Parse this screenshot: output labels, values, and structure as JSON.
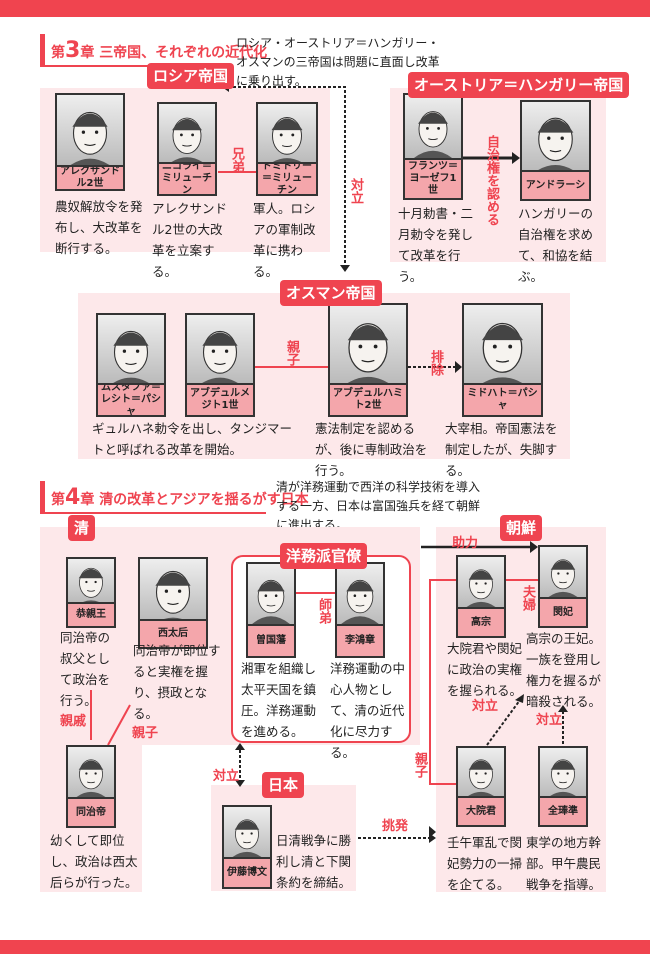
{
  "chapter3": {
    "prefix": "第",
    "num": "3",
    "suffix": "章",
    "title": "三帝国、それぞれの近代化",
    "description": "ロシア・オーストリア＝ハンガリー・オスマンの三帝国は問題に直面し改革に乗り出す。"
  },
  "chapter4": {
    "prefix": "第",
    "num": "4",
    "suffix": "章",
    "title": "清の改革とアジアを揺るがす日本",
    "description": "清が洋務運動で西洋の科学技術を導入する一方、日本は富国強兵を経て朝鮮に進出する。"
  },
  "groups": {
    "russia": "ロシア帝国",
    "austria": "オーストリア＝ハンガリー帝国",
    "ottoman": "オスマン帝国",
    "qing": "清",
    "yomu": "洋務派官僚",
    "japan": "日本",
    "korea": "朝鮮"
  },
  "people": [
    {
      "name": "アレクサンドル2世",
      "text": "農奴解放令を発布し、大改革を断行する。"
    },
    {
      "name": "ニコライ＝ミリューチン",
      "text": "アレクサンドル2世の大改革を立案する。"
    },
    {
      "name": "ドミトリー＝ミリューチン",
      "text": "軍人。ロシアの軍制改革に携わる。"
    },
    {
      "name": "フランツ＝ヨーゼフ1世",
      "text": "十月勅書・二月勅令を発して改革を行う。"
    },
    {
      "name": "アンドラーシ",
      "text": "ハンガリーの自治権を求めて、和協を結ぶ。"
    },
    {
      "name": "ムスタファ＝レシト＝パシャ",
      "text": ""
    },
    {
      "name": "アブデュルメジト1世",
      "text": "ギュルハネ勅令を出し、タンジマートと呼ばれる改革を開始。"
    },
    {
      "name": "アブデュルハミト2世",
      "text": "憲法制定を認めるが、後に専制政治を行う。"
    },
    {
      "name": "ミドハト＝パシャ",
      "text": "大宰相。帝国憲法を制定したが、失脚する。"
    },
    {
      "name": "恭親王",
      "text": "同治帝の叔父として政治を行う。"
    },
    {
      "name": "西太后",
      "text": "同治帝が即位すると実権を握り、摂政となる。"
    },
    {
      "name": "曽国藩",
      "text": "湘軍を組織し太平天国を鎮圧。洋務運動を進める。"
    },
    {
      "name": "李鴻章",
      "text": "洋務運動の中心人物として、清の近代化に尽力する。"
    },
    {
      "name": "高宗",
      "text": "大院君や閔妃に政治の実権を握られる。"
    },
    {
      "name": "閔妃",
      "text": "高宗の王妃。一族を登用し権力を握るが暗殺される。"
    },
    {
      "name": "同治帝",
      "text": "幼くして即位し、政治は西太后らが行った。"
    },
    {
      "name": "伊藤博文",
      "text": "日清戦争に勝利し清と下関条約を締結。"
    },
    {
      "name": "大院君",
      "text": "壬午軍乱で閔妃勢力の一掃を企てる。"
    },
    {
      "name": "全琫準",
      "text": "東学の地方幹部。甲午農民戦争を指導。"
    }
  ],
  "relations": [
    "兄弟",
    "対立",
    "自治権を認める",
    "親子",
    "排除",
    "親戚",
    "親子",
    "師弟",
    "助力",
    "夫婦",
    "対立",
    "対立",
    "親子",
    "対立",
    "挑発"
  ],
  "colors": {
    "accent": "#ef4450",
    "panel": "#fde8ea",
    "name_bg": "#f4a6ab"
  }
}
